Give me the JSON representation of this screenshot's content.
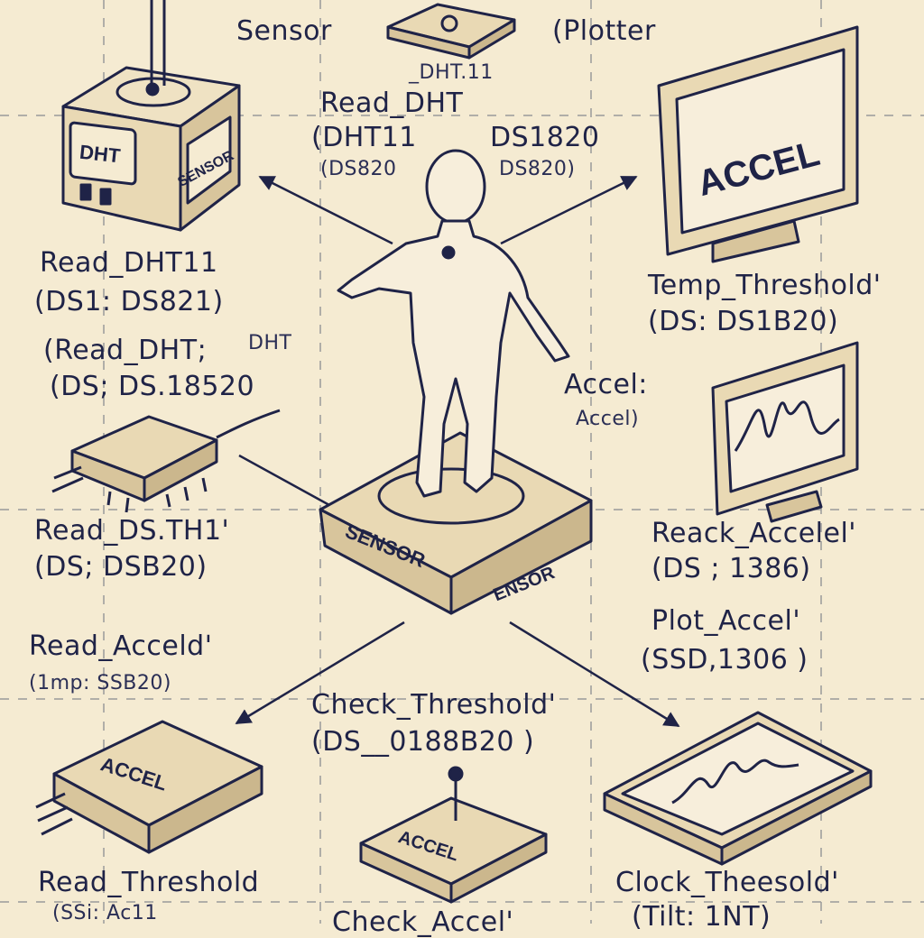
{
  "colors": {
    "background": "#f5ebd2",
    "ink": "#1f2347",
    "panel": "#e9d9b4",
    "panel_dark": "#d8c59c",
    "grid": "#9a9a9a"
  },
  "labels": {
    "sensor": "Sensor",
    "plotter": "(Plotter",
    "dht11_small": "_DHT.11",
    "read_dht": "Read_DHT",
    "dht11_paren": "(DHT11",
    "ds1820": "DS1820",
    "ds820_left": "(DS820",
    "ds820_right": "DS820)",
    "read_dht11": "Read_DHT11",
    "ds_ds821": "(DS1: DS821)",
    "read_dht_dht_a": "(Read_DHT;",
    "read_dht_dht_b": "DHT",
    "ds_ds18520": "(DS;   DS.18520",
    "temp_threshold": "Temp_Threshold'",
    "ds_ds1b20": "(DS: DS1B20)",
    "accel_colon": "Accel:",
    "accel_paren": "Accel)",
    "read_ds_th1": "Read_DS.TH1'",
    "ds_dsb20": "(DS; DSB20)",
    "reack_accel": "Reack_Accelel'",
    "ds_1386": "(DS ;  1386)",
    "plot_accel": "Plot_Accel'",
    "ssd_1306": "(SSD,1306 )",
    "read_acceld": "Read_Acceld'",
    "imp_ssb20": "(1mp: SSB20)",
    "check_threshold": "Check_Threshold'",
    "ds_0188b20": "(DS__0188B20 )",
    "read_threshold": "Read_Threshold",
    "ssi_acil": "(SSi: Ac11",
    "check_accel": "Check_Accel'",
    "clock_theesold": "Clock_Theesold'",
    "tilt_int": "(Tilt:  1NT)"
  },
  "device_text": {
    "dht": "DHT",
    "sensor_plate": "SENSOR",
    "monitor_accel": "ACCEL",
    "base_front": "SENSOR",
    "base_side": "ENSOR",
    "chip_accel": "ACCEL",
    "bottom_accel": "ACCEL"
  }
}
